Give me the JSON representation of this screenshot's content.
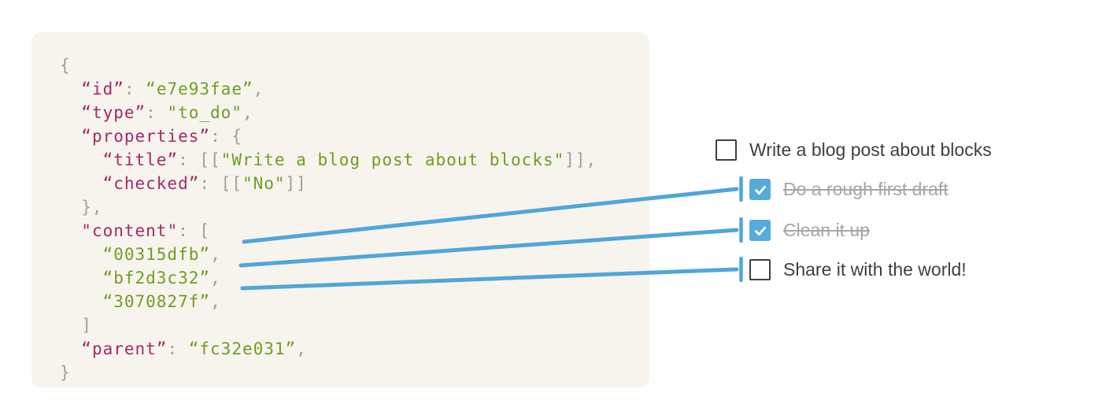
{
  "code_panel": {
    "background": "#f7f4ee",
    "syntax_colors": {
      "key": "#a32a66",
      "value": "#6f9e21",
      "punctuation": "#a19e99"
    },
    "lines": [
      [
        {
          "t": "{",
          "c": "p"
        }
      ],
      [
        {
          "t": "  ",
          "c": "p"
        },
        {
          "t": "“id”",
          "c": "k"
        },
        {
          "t": ": ",
          "c": "p"
        },
        {
          "t": "“e7e93fae”",
          "c": "v"
        },
        {
          "t": ",",
          "c": "p"
        }
      ],
      [
        {
          "t": "  ",
          "c": "p"
        },
        {
          "t": "“type”",
          "c": "k"
        },
        {
          "t": ": ",
          "c": "p"
        },
        {
          "t": "\"to_do\"",
          "c": "v"
        },
        {
          "t": ",",
          "c": "p"
        }
      ],
      [
        {
          "t": "  ",
          "c": "p"
        },
        {
          "t": "“properties”",
          "c": "k"
        },
        {
          "t": ": {",
          "c": "p"
        }
      ],
      [
        {
          "t": "    ",
          "c": "p"
        },
        {
          "t": "“title”",
          "c": "k"
        },
        {
          "t": ": [[",
          "c": "p"
        },
        {
          "t": "\"Write a blog post about blocks\"",
          "c": "v"
        },
        {
          "t": "]],",
          "c": "p"
        }
      ],
      [
        {
          "t": "    ",
          "c": "p"
        },
        {
          "t": "“checked”",
          "c": "k"
        },
        {
          "t": ": [[",
          "c": "p"
        },
        {
          "t": "\"No\"",
          "c": "v"
        },
        {
          "t": "]]",
          "c": "p"
        }
      ],
      [
        {
          "t": "  },",
          "c": "p"
        }
      ],
      [
        {
          "t": "  ",
          "c": "p"
        },
        {
          "t": "\"content\"",
          "c": "k"
        },
        {
          "t": ": [",
          "c": "p"
        }
      ],
      [
        {
          "t": "    ",
          "c": "p"
        },
        {
          "t": "“00315dfb”",
          "c": "v"
        },
        {
          "t": ",",
          "c": "p"
        }
      ],
      [
        {
          "t": "    ",
          "c": "p"
        },
        {
          "t": "“bf2d3c32”",
          "c": "v"
        },
        {
          "t": ",",
          "c": "p"
        }
      ],
      [
        {
          "t": "    ",
          "c": "p"
        },
        {
          "t": "“3070827f”",
          "c": "v"
        },
        {
          "t": ",",
          "c": "p"
        }
      ],
      [
        {
          "t": "  ]",
          "c": "p"
        }
      ],
      [
        {
          "t": "  ",
          "c": "p"
        },
        {
          "t": "“parent”",
          "c": "k"
        },
        {
          "t": ": ",
          "c": "p"
        },
        {
          "t": "“fc32e031”",
          "c": "v"
        },
        {
          "t": ",",
          "c": "p"
        }
      ],
      [
        {
          "t": "}",
          "c": "p"
        }
      ]
    ]
  },
  "todo_list": {
    "items": [
      {
        "label": "Write a blog post about blocks",
        "checked": false,
        "child": false
      },
      {
        "label": "Do a rough first draft",
        "checked": true,
        "child": true
      },
      {
        "label": "Clean it up",
        "checked": true,
        "child": true
      },
      {
        "label": "Share it with the world!",
        "checked": false,
        "child": true
      }
    ],
    "colors": {
      "checked_fill": "#57abdb",
      "checkmark": "#ffffff",
      "box_border": "#3f3f3f",
      "text": "#3f3f3f",
      "done_text": "#a6a6a6"
    }
  },
  "connectors": {
    "color": "#4fa6d9",
    "links": [
      {
        "from_id": "00315dfb",
        "to_label": "Do a rough first draft"
      },
      {
        "from_id": "bf2d3c32",
        "to_label": "Clean it up"
      },
      {
        "from_id": "3070827f",
        "to_label": "Share it with the world!"
      }
    ]
  }
}
